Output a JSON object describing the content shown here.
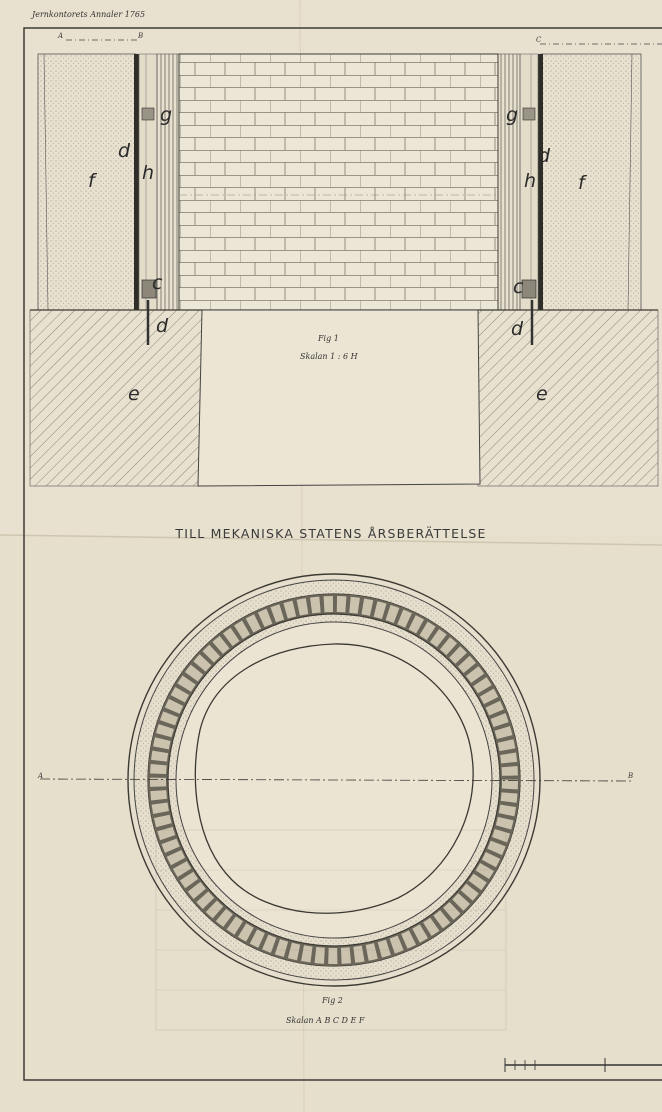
{
  "header_note": "Jernkontorets Annaler 1765",
  "caption_title": "TILL MEKANISKA STATENS ÅRSBERÄTTELSE",
  "fig1": {
    "label": "Fig 1",
    "scale": "Skalan 1 : 6 H"
  },
  "fig2": {
    "label": "Fig 2",
    "scale": "Skalan A B C D E F"
  },
  "section_marks": {
    "a": "A",
    "b": "B",
    "c": "C"
  },
  "labels": {
    "g": "g",
    "d": "d",
    "h": "h",
    "f": "f",
    "c": "c",
    "e": "e"
  }
}
